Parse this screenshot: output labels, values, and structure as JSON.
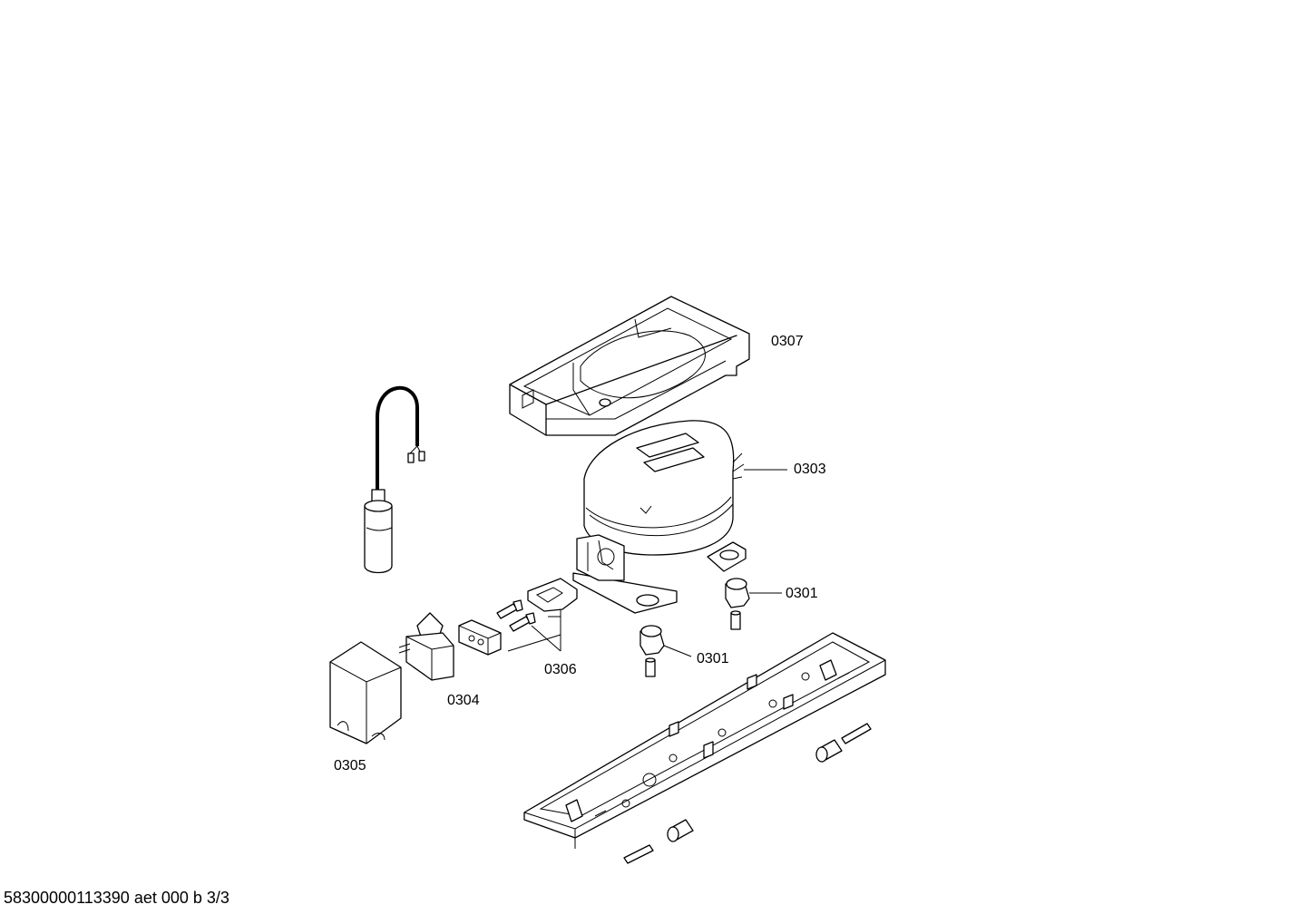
{
  "labels": {
    "p0307": "0307",
    "p0303": "0303",
    "p0301a": "0301",
    "p0301b": "0301",
    "p0306": "0306",
    "p0304": "0304",
    "p0305": "0305"
  },
  "footer": "58300000113390 aet 000 b 3/3"
}
